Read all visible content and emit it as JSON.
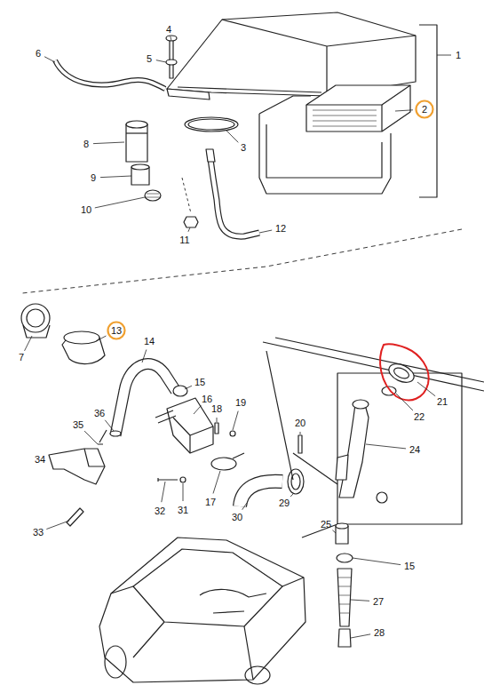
{
  "diagram": {
    "nodes": [
      {
        "text": [
          "2"
        ]
      },
      {
        "text": [
          "13"
        ]
      }
    ],
    "labels": [
      "1",
      "3",
      "4",
      "5",
      "6",
      "7",
      "8",
      "9",
      "10",
      "11",
      "12",
      "14",
      "15",
      "16",
      "17",
      "18",
      "19",
      "20",
      "21",
      "22",
      "24",
      "25",
      "15",
      "27",
      "28",
      "29",
      "30",
      "31",
      "32",
      "33",
      "34",
      "35",
      "36"
    ]
  }
}
